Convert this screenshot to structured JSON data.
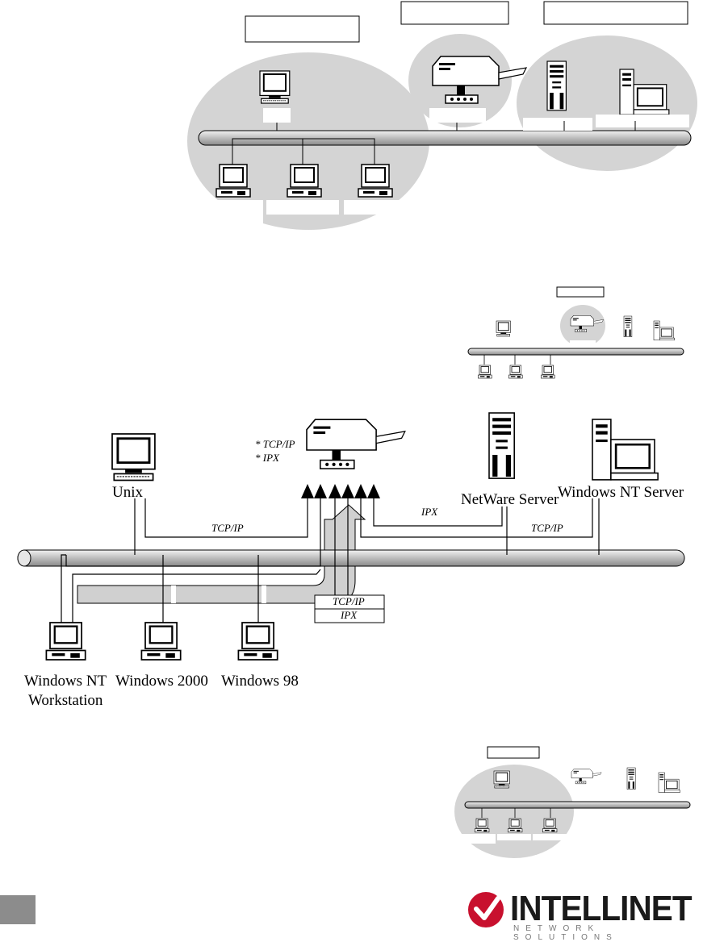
{
  "diagram": {
    "labels": {
      "unix": "Unix",
      "netware": "NetWare Server",
      "nt_server": "Windows NT Server",
      "nt_ws_line1": "Windows NT",
      "nt_ws_line2": "Workstation",
      "win2000": "Windows 2000",
      "win98": "Windows 98"
    },
    "protocols": {
      "bullet_tcpip": "* TCP/IP",
      "bullet_ipx": "* IPX",
      "unix_link": "TCP/IP",
      "netware_link": "IPX",
      "nt_server_link": "TCP/IP",
      "box_tcpip": "TCP/IP",
      "box_ipx": "IPX"
    }
  },
  "footer": {
    "brand_name": "INTELLINET",
    "brand_sub": "NETWORK SOLUTIONS",
    "colors": {
      "brand_red": "#c8102e",
      "page_box": "#8c8c8c"
    }
  }
}
